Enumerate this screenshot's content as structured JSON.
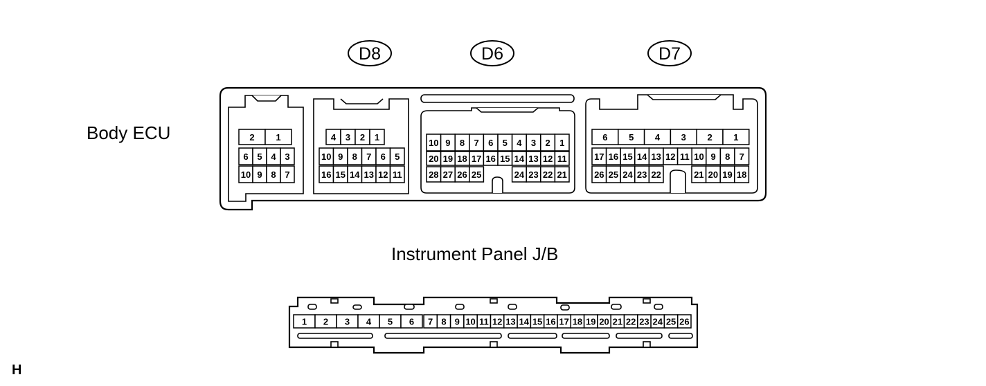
{
  "labels": {
    "body_ecu": "Body ECU",
    "instrument_panel_jb": "Instrument Panel J/B",
    "figure_code": "H"
  },
  "connectors": {
    "d8": "D8",
    "d6": "D6",
    "d7": "D7"
  },
  "ecu_pins": {
    "plug1": {
      "rows": [
        [
          "2",
          "1"
        ],
        [
          "6",
          "5",
          "4",
          "3"
        ],
        [
          "10",
          "9",
          "8",
          "7"
        ]
      ]
    },
    "d8": {
      "rows": [
        [
          "4",
          "3",
          "2",
          "1"
        ],
        [
          "10",
          "9",
          "8",
          "7",
          "6",
          "5"
        ],
        [
          "16",
          "15",
          "14",
          "13",
          "12",
          "11"
        ]
      ]
    },
    "d6": {
      "rows": [
        [
          "10",
          "9",
          "8",
          "7",
          "6",
          "5",
          "4",
          "3",
          "2",
          "1"
        ],
        [
          "20",
          "19",
          "18",
          "17",
          "16",
          "15",
          "14",
          "13",
          "12",
          "11"
        ],
        [
          "28",
          "27",
          "26",
          "25",
          "",
          "",
          "24",
          "23",
          "22",
          "21"
        ]
      ]
    },
    "d7": {
      "rows": [
        [
          "6",
          "5",
          "4",
          "3",
          "2",
          "1"
        ],
        [
          "17",
          "16",
          "15",
          "14",
          "13",
          "12",
          "11",
          "10",
          "9",
          "8",
          "7"
        ],
        [
          "26",
          "25",
          "24",
          "23",
          "22",
          "",
          "",
          "21",
          "20",
          "19",
          "18"
        ]
      ]
    }
  },
  "jb_pins": [
    "1",
    "2",
    "3",
    "4",
    "5",
    "6",
    "7",
    "8",
    "9",
    "10",
    "11",
    "12",
    "13",
    "14",
    "15",
    "16",
    "17",
    "18",
    "19",
    "20",
    "21",
    "22",
    "23",
    "24",
    "25",
    "26"
  ]
}
